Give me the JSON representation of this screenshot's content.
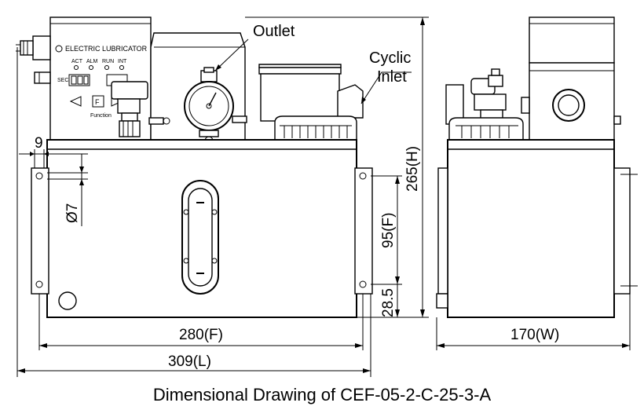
{
  "caption": "Dimensional Drawing of CEF-05-2-C-25-3-A",
  "callouts": {
    "outlet": "Outlet",
    "cyclic": "Cyclic",
    "inlet": "Inlet"
  },
  "panel": {
    "brand": "ELECTRIC LUBRICATOR",
    "indicators": [
      "ACT",
      "ALM",
      "RUN",
      "INT"
    ],
    "sec": "SEC",
    "key": "F",
    "function": "Function"
  },
  "dimensions": {
    "hole_offset": "9",
    "hole_dia": "Ø7",
    "height_total": "265(H)",
    "mount_pitch_v": "95(F)",
    "bottom_offset": "28.5",
    "mount_pitch_h": "280(F)",
    "length": "309(L)",
    "width": "170(W)"
  }
}
